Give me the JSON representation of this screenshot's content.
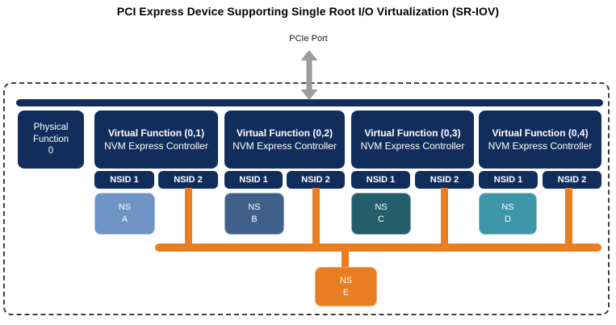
{
  "diagram": {
    "title": "PCI Express Device Supporting Single Root I/O Virtualization (SR-IOV)",
    "pcie_port_label": "PCIe Port"
  },
  "physical_function": {
    "label": "Physical\nFunction\n0"
  },
  "virtual_functions": [
    {
      "title": "Virtual Function (0,1)",
      "subtitle": "NVM Express Controller",
      "nsid1": "NSID 1",
      "nsid2": "NSID 2",
      "namespace": {
        "label": "NS\nA",
        "color": "#6d94c4"
      }
    },
    {
      "title": "Virtual Function (0,2)",
      "subtitle": "NVM Express Controller",
      "nsid1": "NSID 1",
      "nsid2": "NSID 2",
      "namespace": {
        "label": "NS\nB",
        "color": "#415f8b"
      }
    },
    {
      "title": "Virtual Function (0,3)",
      "subtitle": "NVM Express Controller",
      "nsid1": "NSID 1",
      "nsid2": "NSID 2",
      "namespace": {
        "label": "NS\nC",
        "color": "#235e6c"
      }
    },
    {
      "title": "Virtual Function (0,4)",
      "subtitle": "NVM Express Controller",
      "nsid1": "NSID 1",
      "nsid2": "NSID 2",
      "namespace": {
        "label": "NS\nD",
        "color": "#3e96a9"
      }
    }
  ],
  "shared_namespace": {
    "label": "NS\nE",
    "color": "#e87d22"
  },
  "colors": {
    "navy": "#112d5c",
    "orange": "#e87d22",
    "arrow_gray": "#9c9c9c",
    "boundary_dash": "#3f3f3f"
  }
}
